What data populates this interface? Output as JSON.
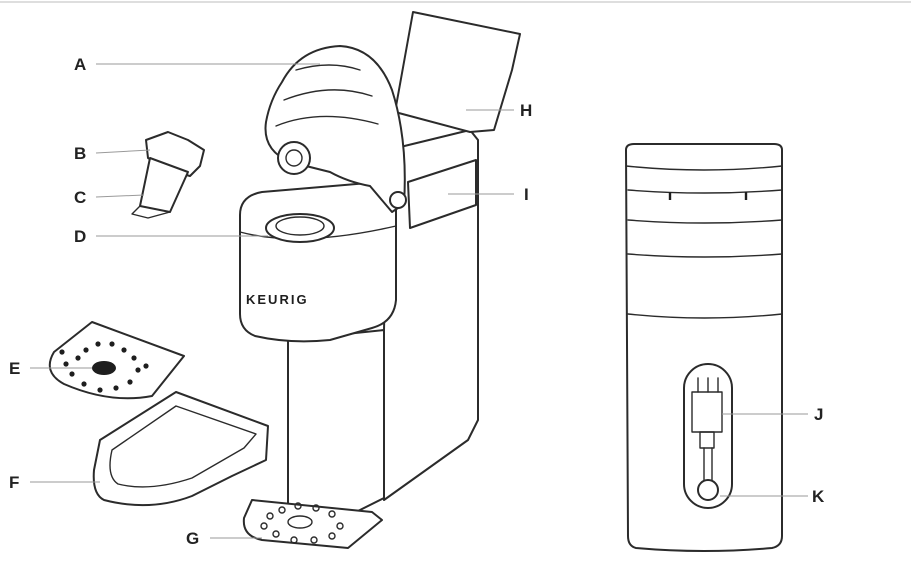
{
  "brand": "KEURIG",
  "labels": {
    "a": "A",
    "b": "B",
    "c": "C",
    "d": "D",
    "e": "E",
    "f": "F",
    "g": "G",
    "h": "H",
    "i": "I",
    "j": "J",
    "k": "K"
  },
  "colors": {
    "line": "#2b2b2b",
    "leader": "#9a9a9a",
    "text": "#222222"
  }
}
